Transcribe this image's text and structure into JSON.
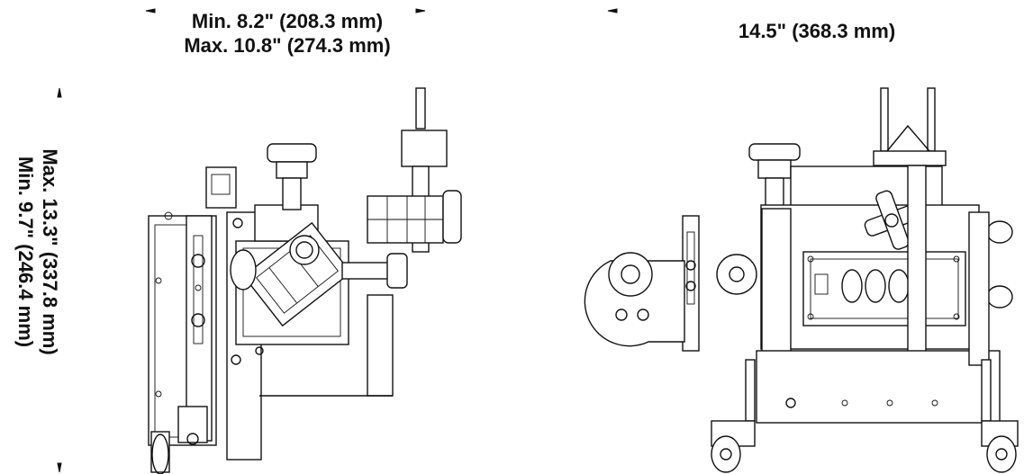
{
  "dimensions": {
    "left_width_min": "Min. 8.2\" (208.3 mm)",
    "left_width_max": "Max. 10.8\" (274.3 mm)",
    "right_width": "14.5\" (368.3 mm)",
    "height_min": "Min. 9.7\" (246.4 mm)",
    "height_max": "Max. 13.3\" (337.8 mm)"
  },
  "colors": {
    "line": "#111111",
    "background": "#ffffff"
  }
}
